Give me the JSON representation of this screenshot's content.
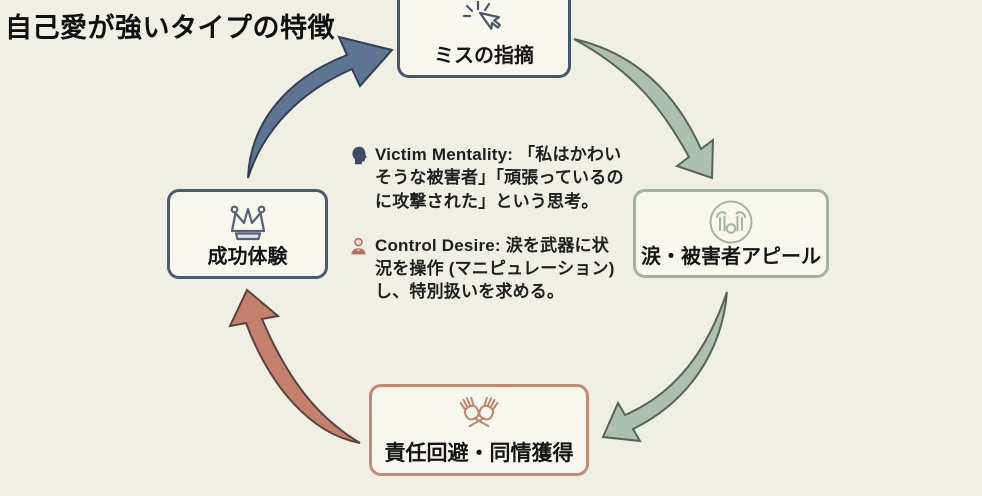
{
  "title": "自己愛が強いタイプの特徴",
  "cycle": {
    "top": {
      "label": "ミスの指摘",
      "icon": "cursor-click-icon"
    },
    "right": {
      "label": "涙・被害者アピール",
      "icon": "crying-face-icon"
    },
    "bottom": {
      "label": "責任回避・同情獲得",
      "icon": "crossed-hands-icon"
    },
    "left": {
      "label": "成功体験",
      "icon": "crown-icon"
    }
  },
  "notes": [
    {
      "icon": "head-silhouette-icon",
      "term": "Victim Mentality:",
      "text": "「私はかわいそうな被害者」「頑張っているのに攻撃された」という思考。"
    },
    {
      "icon": "person-bust-icon",
      "term": "Control Desire:",
      "text": "涙を武器に状況を操作 (マニピュレーション) し、特別扱いを求める。"
    }
  ],
  "colors": {
    "background": "#f0efe4",
    "node_blue_border": "#46566c",
    "node_green_border": "#a4b3a1",
    "node_red_border": "#c28a74",
    "arrow_blue_fill": "#5d7492",
    "arrow_blue_stroke": "#333f52",
    "arrow_green_fill": "#aec0b0",
    "arrow_green_stroke": "#56655a",
    "arrow_red_fill": "#c5816e",
    "arrow_red_stroke": "#59443c"
  }
}
